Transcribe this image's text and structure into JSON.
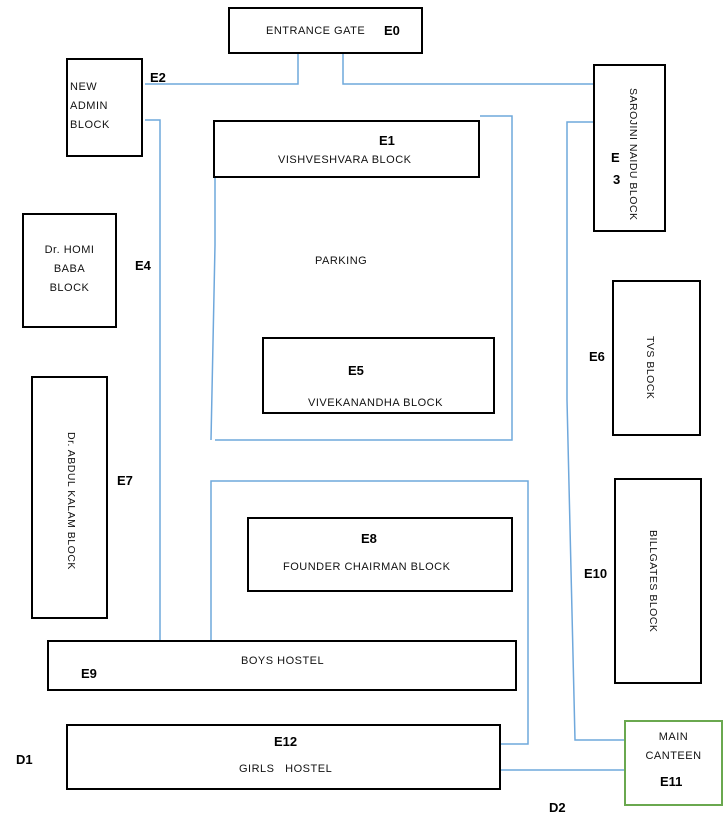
{
  "blocks": {
    "entrance": {
      "label": "ENTRANCE GATE",
      "code": "E0"
    },
    "new_admin": {
      "line1": "NEW",
      "line2": "ADMIN",
      "line3": "BLOCK",
      "code": "E2"
    },
    "vishveshvara": {
      "label": "VISHVESHVARA BLOCK",
      "code": "E1"
    },
    "sarojini": {
      "label": "SAROJINI NAIDU BLOCK",
      "code_line1": "E",
      "code_line2": "3"
    },
    "homi_baba": {
      "line1": "Dr. HOMI",
      "line2": "BABA",
      "line3": "BLOCK",
      "code": "E4"
    },
    "parking": {
      "label": "PARKING"
    },
    "tvs": {
      "label": "TVS BLOCK",
      "code": "E6"
    },
    "vivekanandha": {
      "label": "VIVEKANANDHA BLOCK",
      "code": "E5"
    },
    "abdul_kalam": {
      "label": "Dr. ABDUL KALAM BLOCK",
      "code": "E7"
    },
    "founder": {
      "label": "FOUNDER CHAIRMAN BLOCK",
      "code": "E8"
    },
    "billgates": {
      "label": "BILLGATES BLOCK",
      "code": "E10"
    },
    "boys_hostel": {
      "label": "BOYS HOSTEL",
      "code": "E9"
    },
    "girls_hostel": {
      "label": "GIRLS   HOSTEL",
      "code": "E12"
    },
    "main_canteen": {
      "line1": "MAIN",
      "line2": "CANTEEN",
      "code": "E11"
    }
  },
  "markers": {
    "d1": "D1",
    "d2": "D2"
  },
  "colors": {
    "path": "#6fa8dc",
    "block_border": "#000000",
    "canteen_border": "#6aa84f"
  }
}
